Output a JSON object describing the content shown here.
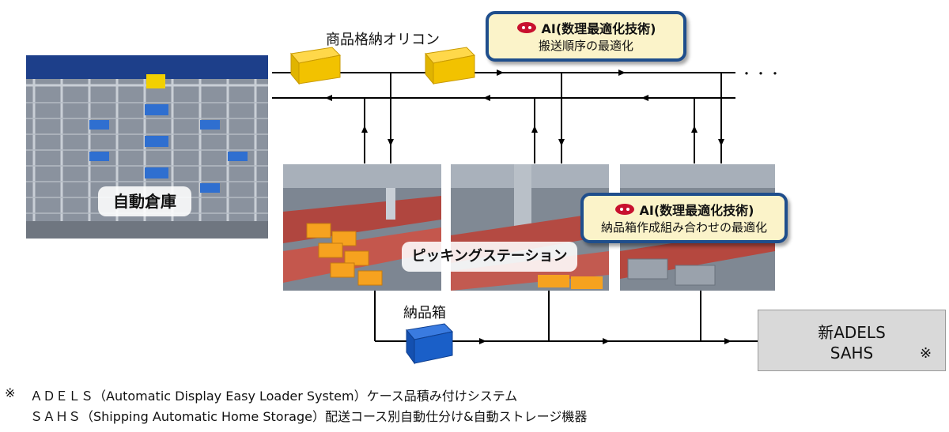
{
  "labels": {
    "warehouse": "自動倉庫",
    "picking": "ピッキングステーション",
    "container_top": "商品格納オリコン",
    "container_bottom": "納品箱",
    "ellipsis": "・・・"
  },
  "ai_boxes": [
    {
      "title": "AI(数理最適化技術)",
      "subtitle": "搬送順序の最適化"
    },
    {
      "title": "AI(数理最適化技術)",
      "subtitle": "納品箱作成組み合わせの最適化"
    }
  ],
  "destination": {
    "line1": "新ADELS",
    "line2": "SAHS",
    "mark": "※"
  },
  "footnotes": [
    {
      "mark": "※",
      "text": "ＡＤＥＬＳ（Automatic Display Easy Loader System）ケース品積み付けシステム"
    },
    {
      "mark": "",
      "text": "ＳＡＨＳ（Shipping Automatic Home Storage）配送コース別自動仕分け&自動ストレージ機器"
    }
  ],
  "colors": {
    "ai_border": "#1f4e8c",
    "ai_fill": "#fbf3c9",
    "crate_yellow": "#f2c200",
    "crate_blue": "#1a5fc8"
  }
}
